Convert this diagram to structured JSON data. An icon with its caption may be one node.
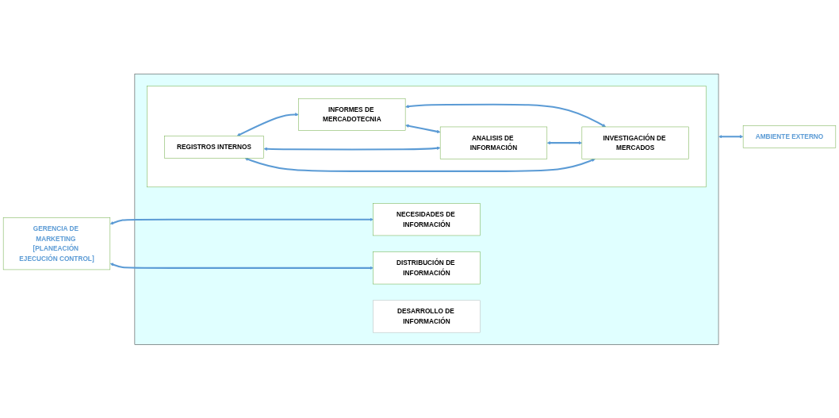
{
  "diagram": {
    "nodes": [
      {
        "text": [
          "GERENCIA DE MARKETING [PLANEACIÓN EJECUCIÓN CONTROL]"
        ]
      },
      {
        "text": [],
        "shape": "box"
      },
      {
        "text": [
          "NECESIDADES DE INFORMACIÓN"
        ],
        "in": 1
      },
      {
        "text": [
          "DISTRIBUCIÓN DE INFORMACIÓN"
        ],
        "in": 1
      },
      {
        "text": [
          "DESARROLLO DE INFORMACIÓN"
        ],
        "in": 1
      },
      {
        "text": [],
        "shape": "box",
        "in": 1
      },
      {
        "text": [
          "REGISTROS INTERNOS"
        ],
        "in": 5
      },
      {
        "text": [
          "INFORMES DE MERCADOTECNIA"
        ],
        "in": 5
      },
      {
        "text": [
          "ANALISIS DE INFORMACIÓN"
        ],
        "in": 5
      },
      {
        "text": [
          "INVESTIGACIÓN DE MERCADOS"
        ],
        "in": 5
      },
      {
        "text": [
          "AMBIENTE EXTERNO"
        ]
      }
    ],
    "edges": [
      {
        "from": 0,
        "to": 2,
        "arrow": "both"
      },
      {
        "from": 0,
        "to": 3,
        "arrow": "both"
      },
      {
        "from": 6,
        "to": 7,
        "arrow": "both"
      },
      {
        "from": 6,
        "to": 8,
        "arrow": "both"
      },
      {
        "from": 7,
        "to": 9,
        "arrow": "both"
      },
      {
        "from": 7,
        "to": 8,
        "arrow": "both"
      },
      {
        "from": 6,
        "to": 9,
        "arrow": "both"
      },
      {
        "from": 8,
        "to": 9,
        "arrow": "both"
      },
      {
        "from": 1,
        "to": 10,
        "arrow": "both"
      }
    ]
  }
}
